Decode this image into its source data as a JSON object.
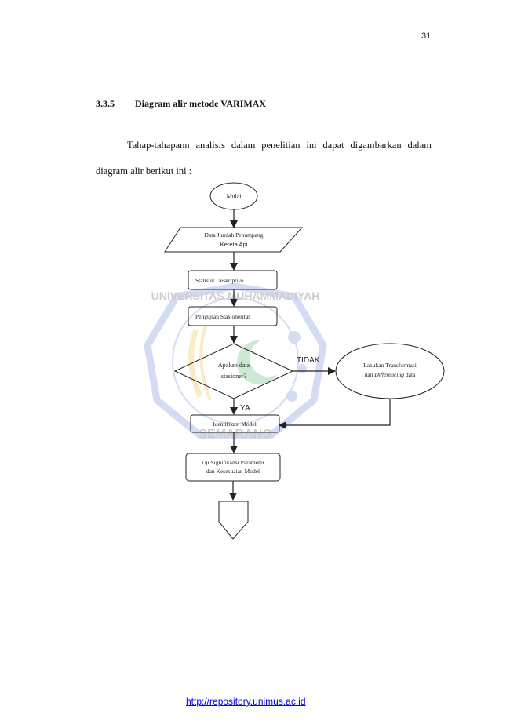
{
  "page_number": "31",
  "section": {
    "number": "3.3.5",
    "title": "Diagram alir metode VARIMAX"
  },
  "paragraph": {
    "line1": "Tahap-tahapann analisis dalam penelitian ini dapat digambarkan dalam",
    "line2": "diagram alir berikut ini :"
  },
  "flowchart": {
    "start": "Mulai",
    "data_line1": "Data Jumlah Penumpang",
    "data_line2": "Kereta Api",
    "descriptive": "Statistik Deskriptive",
    "stationarity_test": "Pengujian Stasioneritas",
    "decision_line1": "Apakah data",
    "decision_line2": "stasioner?",
    "no_label": "TIDAK",
    "yes_label": "YA",
    "transform_line1": "Lakukan Transformasi",
    "transform_line2_prefix": "dan ",
    "transform_line2_italic": "Differencing",
    "transform_line2_suffix": " data",
    "identification": "Identifikasi Model",
    "significance_line1": "Uji Signifikansi Parameter",
    "significance_line2": "dan Kesesuaian Model"
  },
  "watermark": {
    "top_text": "UNIVERSITAS MUHAMMADIYAH",
    "bottom_text": "SEMARANG"
  },
  "footer_link": "http://repository.unimus.ac.id"
}
